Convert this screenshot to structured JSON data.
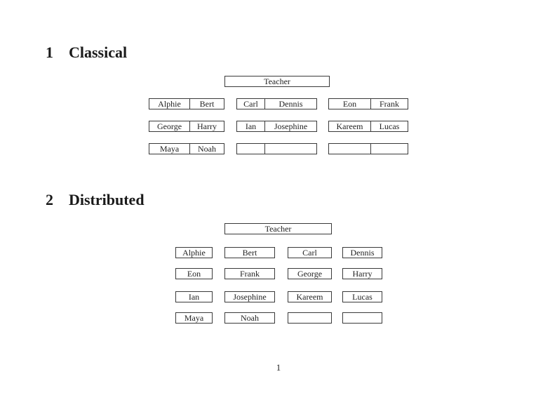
{
  "sections": [
    {
      "number": "1",
      "title": "Classical"
    },
    {
      "number": "2",
      "title": "Distributed"
    }
  ],
  "classical": {
    "teacher_label": "Teacher",
    "columns": [
      {
        "rows": [
          [
            "Alphie",
            "Bert"
          ],
          [
            "George",
            "Harry"
          ],
          [
            "Maya",
            "Noah"
          ]
        ]
      },
      {
        "rows": [
          [
            "Carl",
            "Dennis"
          ],
          [
            "Ian",
            "Josephine"
          ],
          [
            "",
            ""
          ]
        ]
      },
      {
        "rows": [
          [
            "Eon",
            "Frank"
          ],
          [
            "Kareem",
            "Lucas"
          ],
          [
            "",
            ""
          ]
        ]
      }
    ]
  },
  "distributed": {
    "teacher_label": "Teacher",
    "rows": [
      [
        "Alphie",
        "Bert",
        "Carl",
        "Dennis"
      ],
      [
        "Eon",
        "Frank",
        "George",
        "Harry"
      ],
      [
        "Ian",
        "Josephine",
        "Kareem",
        "Lucas"
      ],
      [
        "Maya",
        "Noah",
        "",
        ""
      ]
    ]
  },
  "footer": {
    "page_number": "1"
  }
}
